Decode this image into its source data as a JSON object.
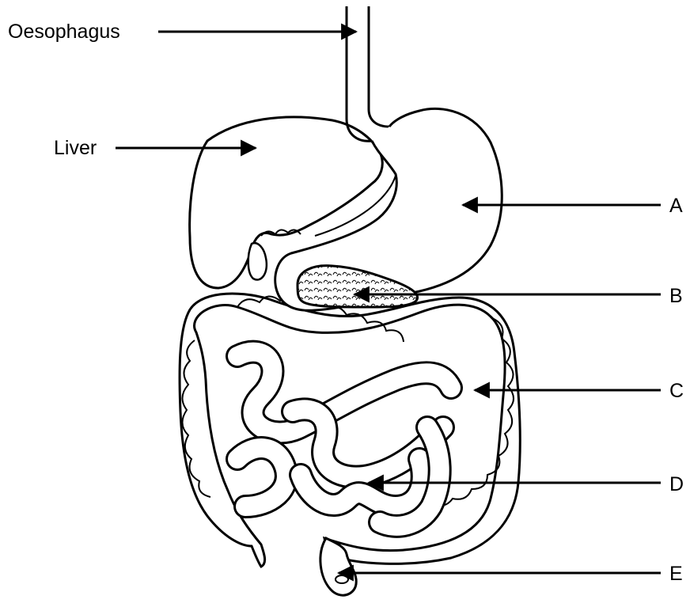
{
  "labels": {
    "oesophagus": "Oesophagus",
    "liver": "Liver",
    "a": "A",
    "b": "B",
    "c": "C",
    "d": "D",
    "e": "E"
  }
}
